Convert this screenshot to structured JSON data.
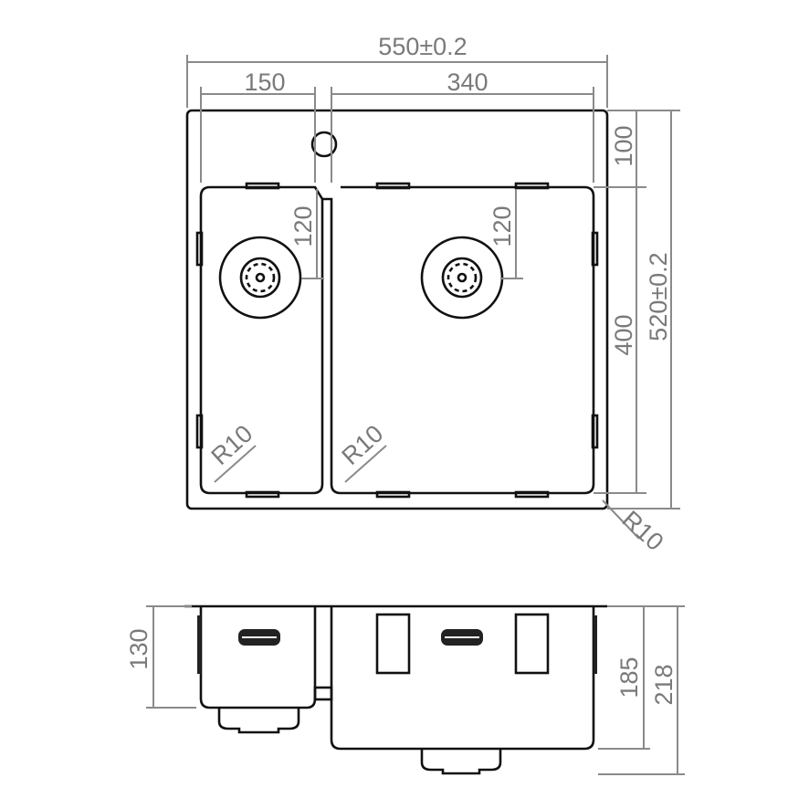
{
  "dimensions": {
    "overall_width": "550±0.2",
    "left_bowl_width": "150",
    "right_bowl_width": "340",
    "top_margin": "100",
    "bowl_length": "400",
    "overall_length": "520±0.2",
    "left_drain_offset": "120",
    "right_drain_offset": "120",
    "left_bowl_radius": "R10",
    "right_bowl_radius": "R10",
    "plate_radius": "R10",
    "left_bowl_depth": "130",
    "right_bowl_depth": "185",
    "overall_depth": "218"
  }
}
